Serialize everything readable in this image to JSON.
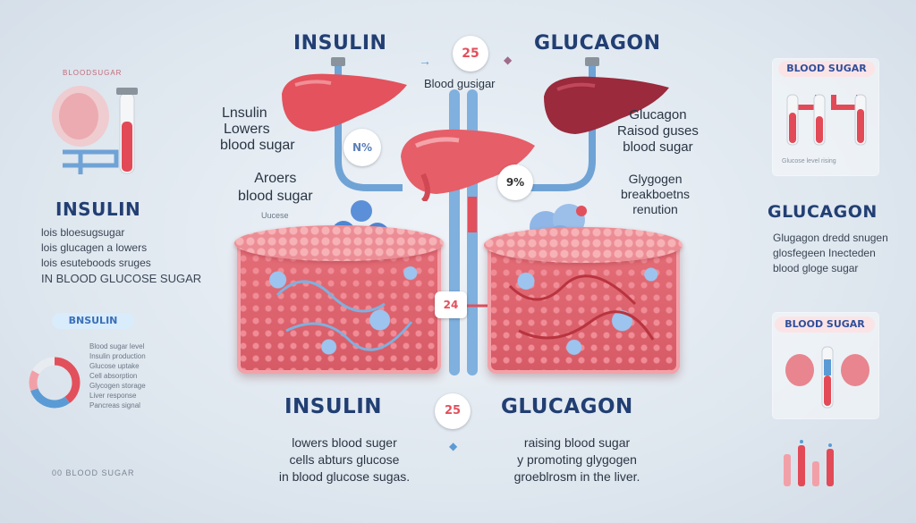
{
  "center": {
    "insulin_title": "INSULIN",
    "glucagon_title": "GLUCAGON",
    "top_badge": "25",
    "top_label": "Blood gusigar",
    "insulin_desc": [
      "Lnsulin",
      "Lowers",
      "blood sugar"
    ],
    "insulin_badge": "N%",
    "insulin_desc2": [
      "Aroers",
      "blood sugar"
    ],
    "insulin_small": "Uucese",
    "glucagon_desc": [
      "Glucagon",
      "Raisod guses",
      "blood sugar"
    ],
    "glucagon_badge": "9%",
    "glucagon_desc2": [
      "Glygogen",
      "breakboetns",
      "renution"
    ],
    "mid_badge": "24",
    "bottom_insulin_title": "INSULIN",
    "bottom_glucagon_title": "GLUCAGON",
    "bottom_badge": "25",
    "bottom_insulin_lines": [
      "lowers blood suger",
      "cells abturs glucose",
      "in blood glucose sugas."
    ],
    "bottom_glucagon_lines": [
      "raising blood sugar",
      "y promoting glygogen",
      "groeblrosm in the liver."
    ]
  },
  "left": {
    "top_caption": "Bloodsugar",
    "insulin_title": "INSULIN",
    "lines": [
      "lois bloesugsugar",
      "lois glucagen a lowers",
      "lois esuteboods sruges",
      "IN BLOOD GLUCOSE SUGAR"
    ],
    "pill": "BNSULIN",
    "list_lines": [
      "Blood sugar level",
      "Insulin production",
      "Glucose uptake",
      "Cell absorption",
      "Glycogen storage",
      "Liver response",
      "Pancreas signal"
    ],
    "footer": "00 BLOOD SUGAR"
  },
  "right": {
    "pill1": "BLOOD SUGAR",
    "caption1": "Glucose level rising",
    "glucagon_title": "GLUCAGON",
    "lines": [
      "Glugagon dredd snugen",
      "glosfegeen Inecteden",
      "blood gloge sugar"
    ],
    "pill2": "BLOOD SUGAR"
  },
  "colors": {
    "title_blue": "#223f73",
    "liver_red": "#e3525d",
    "liver_dark": "#9a2a3c",
    "tube_blue": "#5b9bd5",
    "glucose_blue": "#5b8fd8"
  },
  "icons": [
    "liver-icon",
    "pancreas-icon",
    "test-tube-icon",
    "glucose-molecule-icon",
    "donut-chart-icon",
    "arrow-right-icon",
    "diamond-icon"
  ]
}
